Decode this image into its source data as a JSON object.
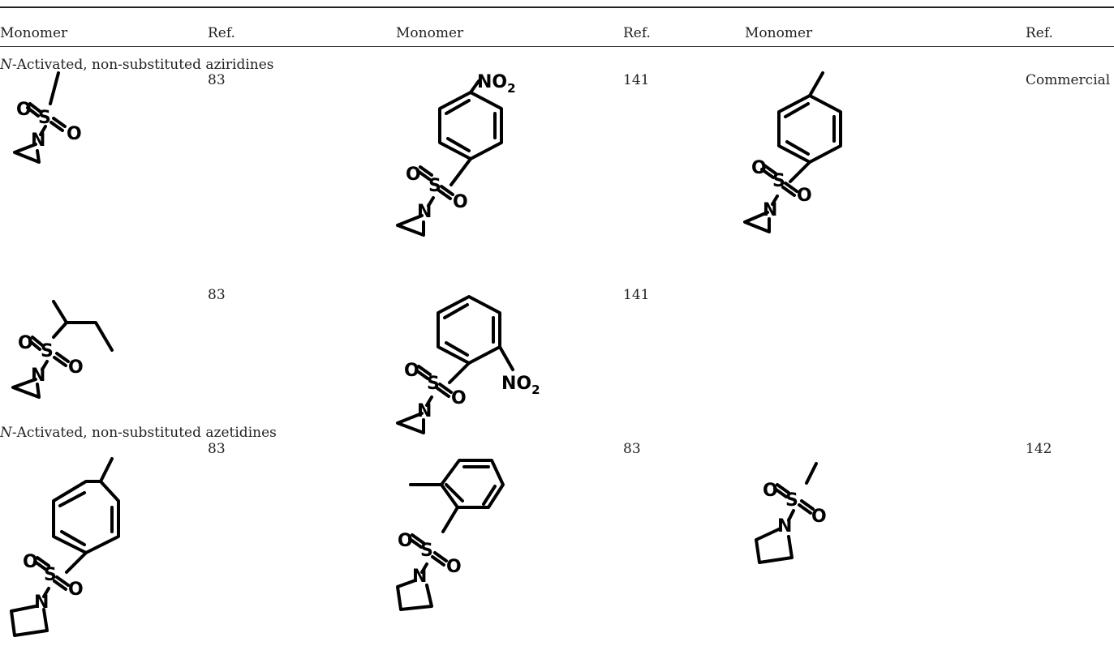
{
  "table": {
    "headers": [
      "Monomer",
      "Ref.",
      "Monomer",
      "Ref.",
      "Monomer",
      "Ref."
    ],
    "sections": [
      {
        "title_prefix": "N",
        "title_rest": "-Activated, non-substituted aziridines",
        "rows": [
          [
            "83",
            "141",
            "Commercial"
          ],
          [
            "83",
            "141",
            ""
          ]
        ]
      },
      {
        "title_prefix": "N",
        "title_rest": "-Activated, non-substituted azetidines",
        "rows": [
          [
            "83",
            "83",
            "142"
          ]
        ]
      }
    ]
  },
  "atoms": {
    "O": "O",
    "S": "S",
    "N": "N",
    "NO": "NO",
    "sub2": "2"
  }
}
